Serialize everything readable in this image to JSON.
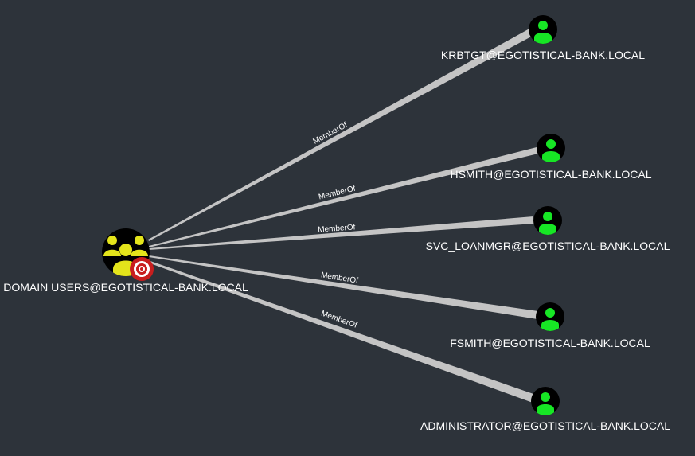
{
  "graph": {
    "source": {
      "label": "DOMAIN USERS@EGOTISTICAL-BANK.LOCAL",
      "type": "group",
      "icon": "group-users-icon",
      "badge_icon": "target-icon",
      "color": "#e4e41b"
    },
    "targets": [
      {
        "label": "KRBTGT@EGOTISTICAL-BANK.LOCAL",
        "type": "user",
        "icon": "user-icon",
        "color": "#17e625"
      },
      {
        "label": "HSMITH@EGOTISTICAL-BANK.LOCAL",
        "type": "user",
        "icon": "user-icon",
        "color": "#17e625"
      },
      {
        "label": "SVC_LOANMGR@EGOTISTICAL-BANK.LOCAL",
        "type": "user",
        "icon": "user-icon",
        "color": "#17e625"
      },
      {
        "label": "FSMITH@EGOTISTICAL-BANK.LOCAL",
        "type": "user",
        "icon": "user-icon",
        "color": "#17e625"
      },
      {
        "label": "ADMINISTRATOR@EGOTISTICAL-BANK.LOCAL",
        "type": "user",
        "icon": "user-icon",
        "color": "#17e625"
      }
    ],
    "edges": [
      {
        "label": "MemberOf"
      },
      {
        "label": "MemberOf"
      },
      {
        "label": "MemberOf"
      },
      {
        "label": "MemberOf"
      },
      {
        "label": "MemberOf"
      }
    ],
    "edge_color": "#c4c4c4",
    "background": "#2d333a"
  }
}
